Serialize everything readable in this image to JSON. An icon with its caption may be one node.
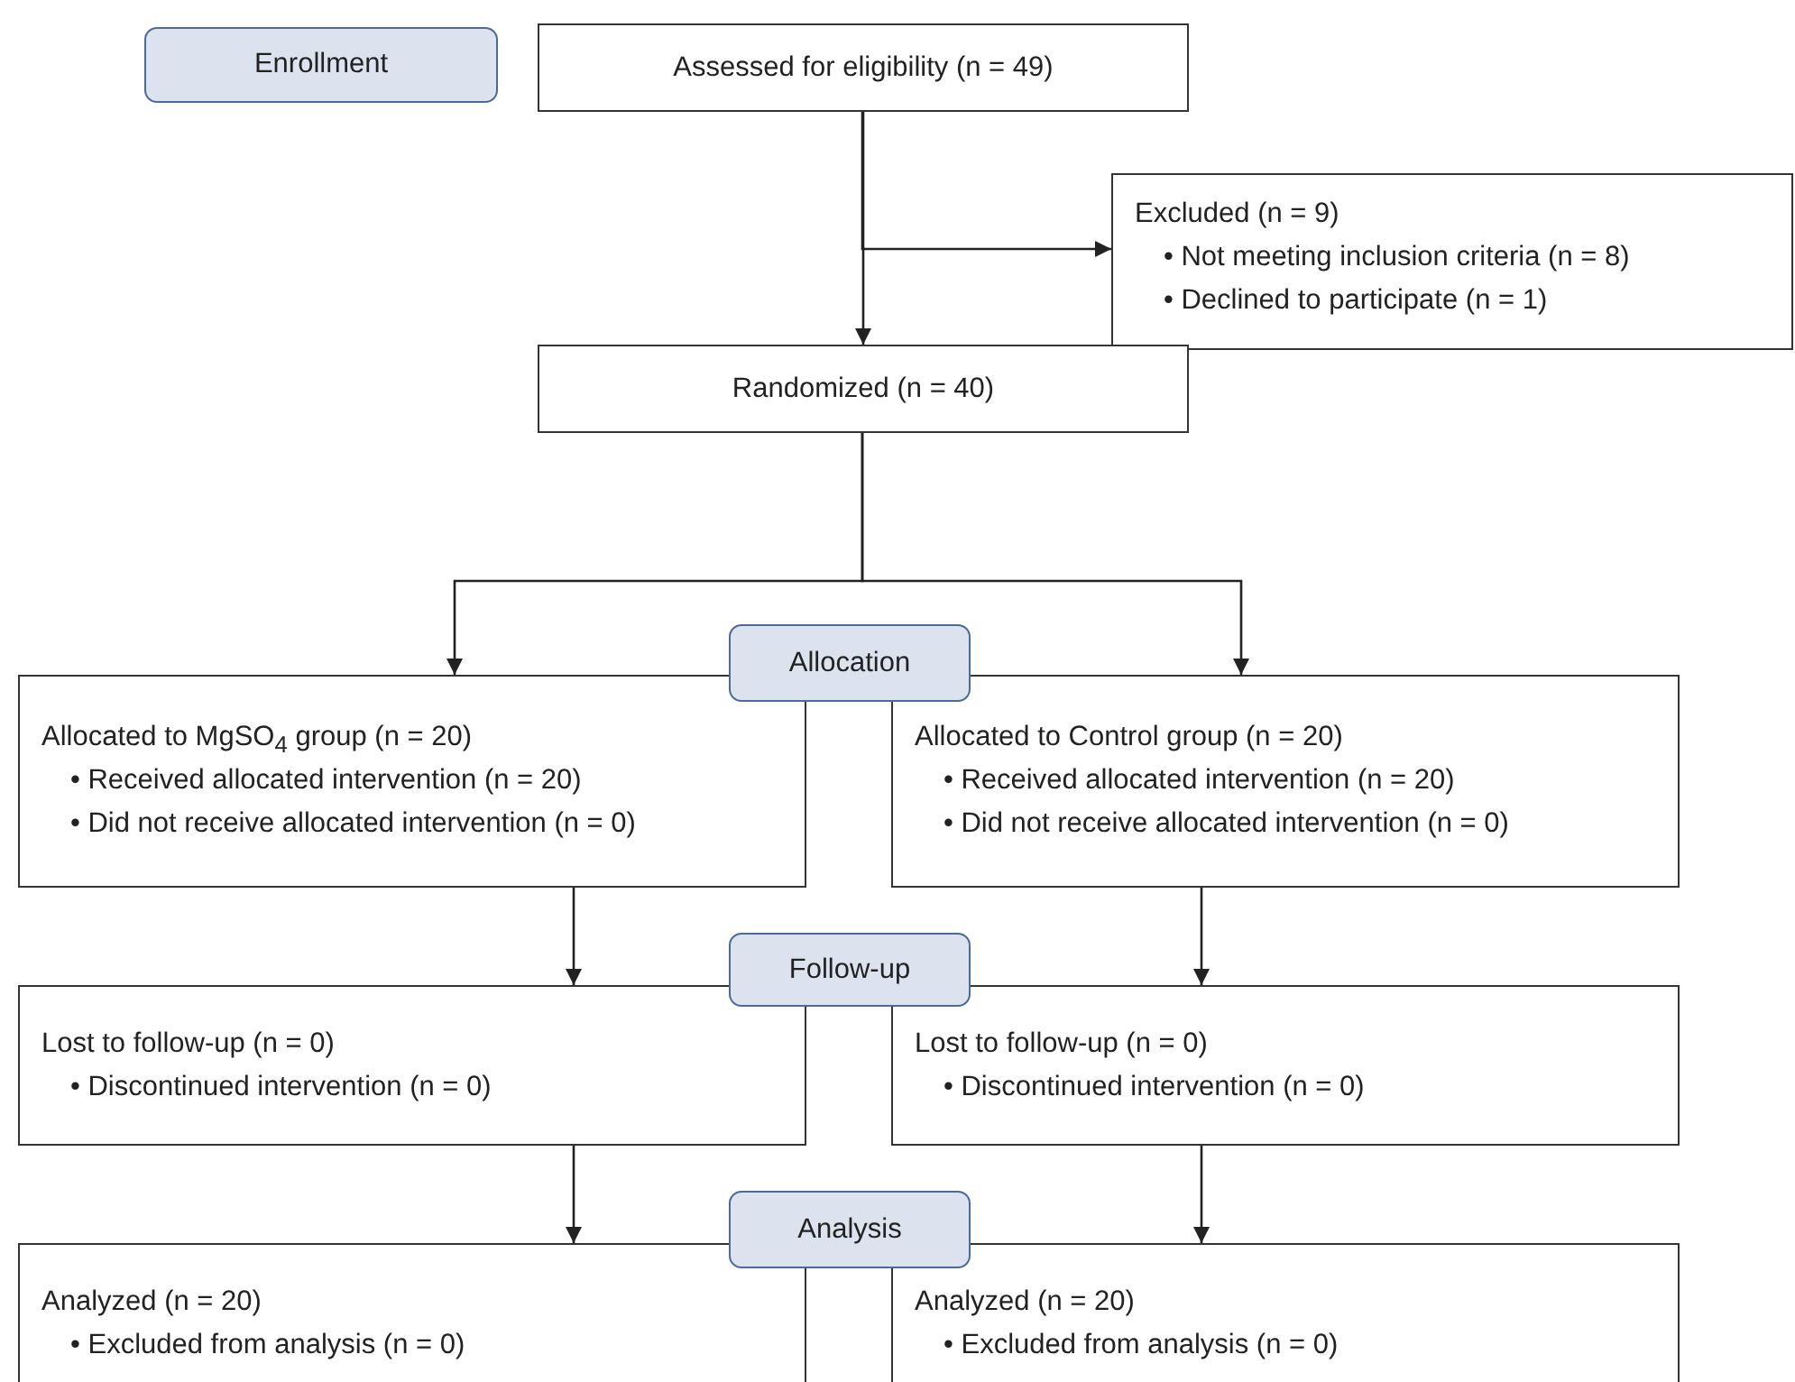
{
  "diagram": {
    "nodes": [
      {
        "text": [
          "Enrollment"
        ]
      },
      {
        "text": [
          "Assessed for eligibility (n = 49)"
        ]
      },
      {
        "text": [
          "Excluded (n = 9)",
          "• Not meeting inclusion criteria (n = 8)",
          "• Declined to participate (n = 1)"
        ]
      },
      {
        "text": [
          "Randomized (n = 40)"
        ]
      },
      {
        "text": [
          "Allocation"
        ]
      },
      {
        "text": [
          "Allocated to MgSO$_{4}$ group (n = 20)",
          "• Received allocated intervention (n = 20)",
          "• Did not receive allocated intervention (n = 0)"
        ]
      },
      {
        "text": [
          "Allocated to Control group (n = 20)",
          "• Received allocated intervention (n = 20)",
          "• Did not receive allocated intervention (n = 0)"
        ]
      },
      {
        "text": [
          "Follow-up"
        ]
      },
      {
        "text": [
          "Lost to follow-up (n = 0)",
          "• Discontinued intervention (n = 0)"
        ]
      },
      {
        "text": [
          "Lost to follow-up (n = 0)",
          "• Discontinued intervention (n = 0)"
        ]
      },
      {
        "text": [
          "Analysis"
        ]
      },
      {
        "text": [
          "Analyzed (n = 20)",
          "• Excluded from analysis (n = 0)"
        ]
      },
      {
        "text": [
          "Analyzed (n = 20)",
          "• Excluded from analysis (n = 0)"
        ]
      }
    ],
    "edges": [
      {
        "from": 1,
        "to": 3,
        "arrow": "to"
      },
      {
        "from": 1,
        "to": 2,
        "arrow": "to"
      },
      {
        "from": 3,
        "to": 5,
        "arrow": "to"
      },
      {
        "from": 3,
        "to": 6,
        "arrow": "to"
      },
      {
        "from": 5,
        "to": 8,
        "arrow": "to"
      },
      {
        "from": 6,
        "to": 9,
        "arrow": "to"
      },
      {
        "from": 8,
        "to": 11,
        "arrow": "to"
      },
      {
        "from": 9,
        "to": 12,
        "arrow": "to"
      }
    ]
  }
}
